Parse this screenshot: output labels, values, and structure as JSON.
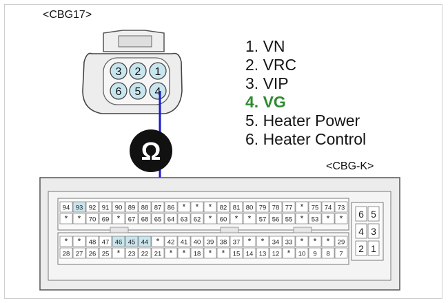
{
  "cbg17": {
    "label": "<CBG17>",
    "pins_top": [
      "3",
      "2",
      "1"
    ],
    "pins_bottom": [
      "6",
      "5",
      "4"
    ]
  },
  "legend": [
    {
      "text": "1. VN",
      "highlight": false
    },
    {
      "text": "2. VRC",
      "highlight": false
    },
    {
      "text": "3. VIP",
      "highlight": false
    },
    {
      "text": "4. VG",
      "highlight": true
    },
    {
      "text": "5. Heater Power",
      "highlight": false
    },
    {
      "text": "6. Heater Control",
      "highlight": false
    }
  ],
  "meter": {
    "symbol": "Ω",
    "icon": "ohmmeter-icon"
  },
  "cbgk": {
    "label": "<CBG-K>",
    "rows": [
      [
        "94",
        "93",
        "92",
        "91",
        "90",
        "89",
        "88",
        "87",
        "86",
        "*",
        "*",
        "*",
        "82",
        "81",
        "80",
        "79",
        "78",
        "77",
        "*",
        "75",
        "74",
        "73"
      ],
      [
        "*",
        "*",
        "70",
        "69",
        "*",
        "67",
        "68",
        "65",
        "64",
        "63",
        "62",
        "*",
        "60",
        "*",
        "*",
        "57",
        "56",
        "55",
        "*",
        "53",
        "*",
        "*"
      ],
      [
        "*",
        "*",
        "48",
        "47",
        "46",
        "45",
        "44",
        "*",
        "42",
        "41",
        "40",
        "39",
        "38",
        "37",
        "*",
        "*",
        "34",
        "33",
        "*",
        "*",
        "*",
        "29"
      ],
      [
        "28",
        "27",
        "26",
        "25",
        "*",
        "23",
        "22",
        "21",
        "*",
        "*",
        "18",
        "*",
        "*",
        "15",
        "14",
        "13",
        "12",
        "*",
        "10",
        "9",
        "8",
        "7"
      ]
    ],
    "side_pins": [
      [
        "6",
        "5"
      ],
      [
        "4",
        "3"
      ],
      [
        "2",
        "1"
      ]
    ]
  },
  "colors": {
    "probe": "#1a1acc",
    "pin_fill": "#c9e6ef",
    "highlight_text": "#2e8b2e",
    "meter_fill": "#111111"
  }
}
